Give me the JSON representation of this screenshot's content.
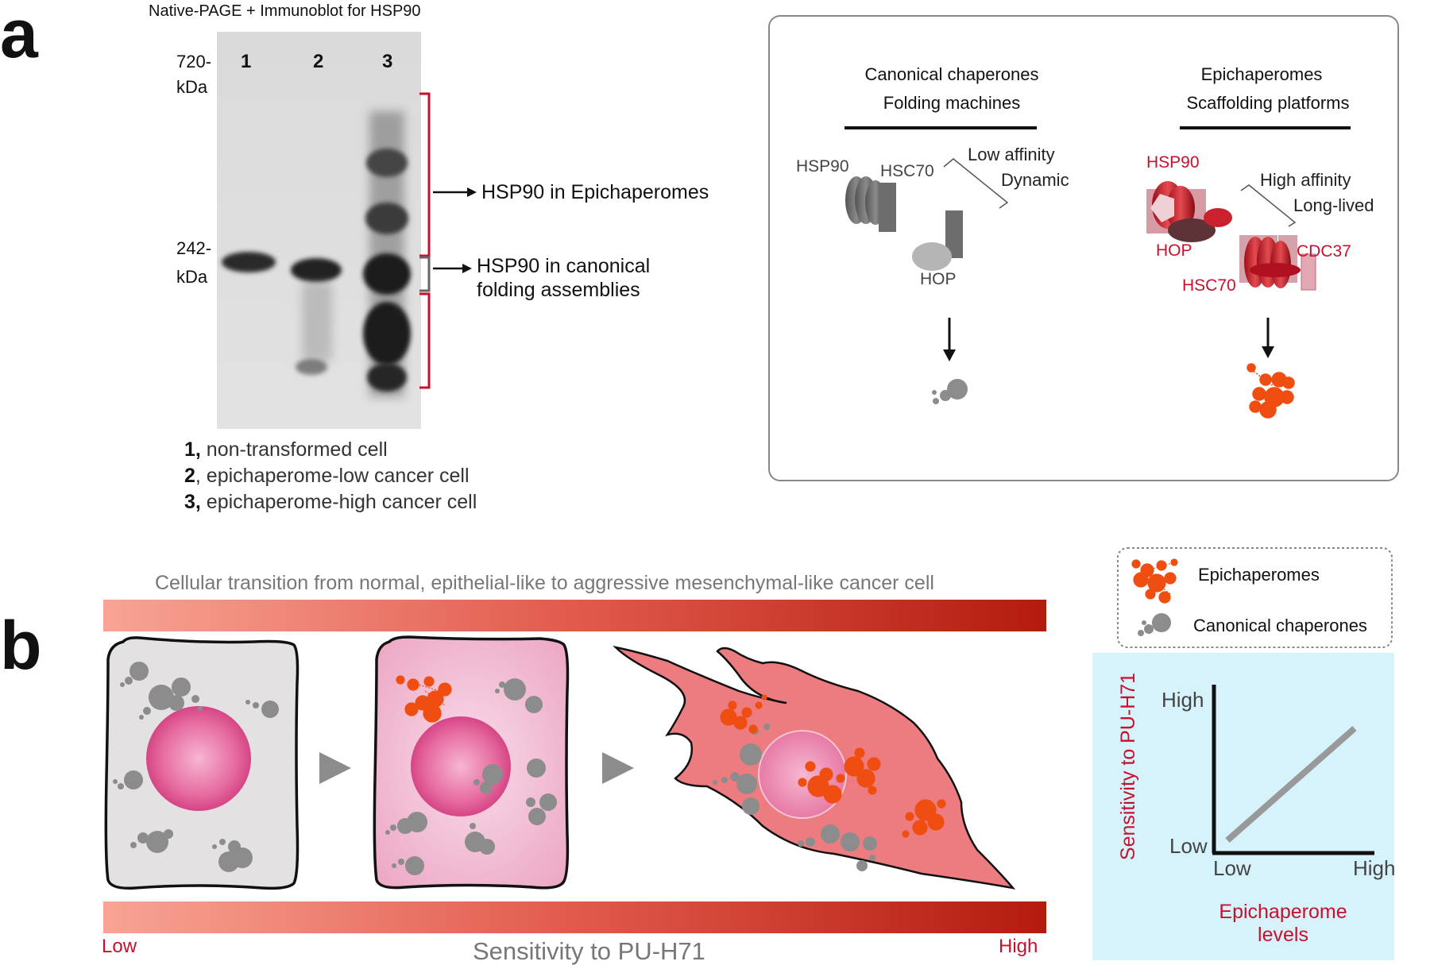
{
  "panel_a": {
    "letter": "a",
    "blot_title": "Native-PAGE + Immunoblot for HSP90",
    "marker_top": "720-",
    "marker_top_unit": "kDa",
    "marker_mid": "242-",
    "marker_mid_unit": "kDa",
    "lanes": [
      "1",
      "2",
      "3"
    ],
    "callout_epi": "HSP90 in Epichaperomes",
    "callout_can_1": "HSP90 in canonical",
    "callout_can_2": "folding assemblies",
    "legend": [
      {
        "num": "1,",
        "text": " non-transformed cell"
      },
      {
        "num": "2",
        "text": ", epichaperome-low cancer cell"
      },
      {
        "num": "3,",
        "text": " epichaperome-high cancer cell"
      }
    ],
    "canonical": {
      "title_1": "Canonical chaperones",
      "title_2": "Folding machines",
      "hsp90": "HSP90",
      "hsc70": "HSC70",
      "hop": "HOP",
      "prop_1": "Low affinity",
      "prop_2": "Dynamic"
    },
    "epi": {
      "title_1": "Epichaperomes",
      "title_2": "Scaffolding platforms",
      "hsp90": "HSP90",
      "hop": "HOP",
      "hsc70": "HSC70",
      "cdc37": "CDC37",
      "prop_1": "High affinity",
      "prop_2": "Long-lived"
    }
  },
  "panel_b": {
    "letter": "b",
    "transition": "Cellular transition from normal, epithelial-like to aggressive mesenchymal-like cancer cell",
    "sensitivity": "Sensitivity to PU-H71",
    "low": "Low",
    "high": "High",
    "legend_epi": "Epichaperomes",
    "legend_can": "Canonical chaperones",
    "graph": {
      "y_label": "Sensitivity to PU-H71",
      "y_high": "High",
      "y_low": "Low",
      "x_low": "Low",
      "x_high": "High",
      "x_label_1": "Epichaperome",
      "x_label_2": "levels"
    }
  },
  "colors": {
    "accent_red": "#c8102e",
    "orange": "#f04e10",
    "grey": "#8c8c8c",
    "graph_bg": "#d6f3fb"
  }
}
